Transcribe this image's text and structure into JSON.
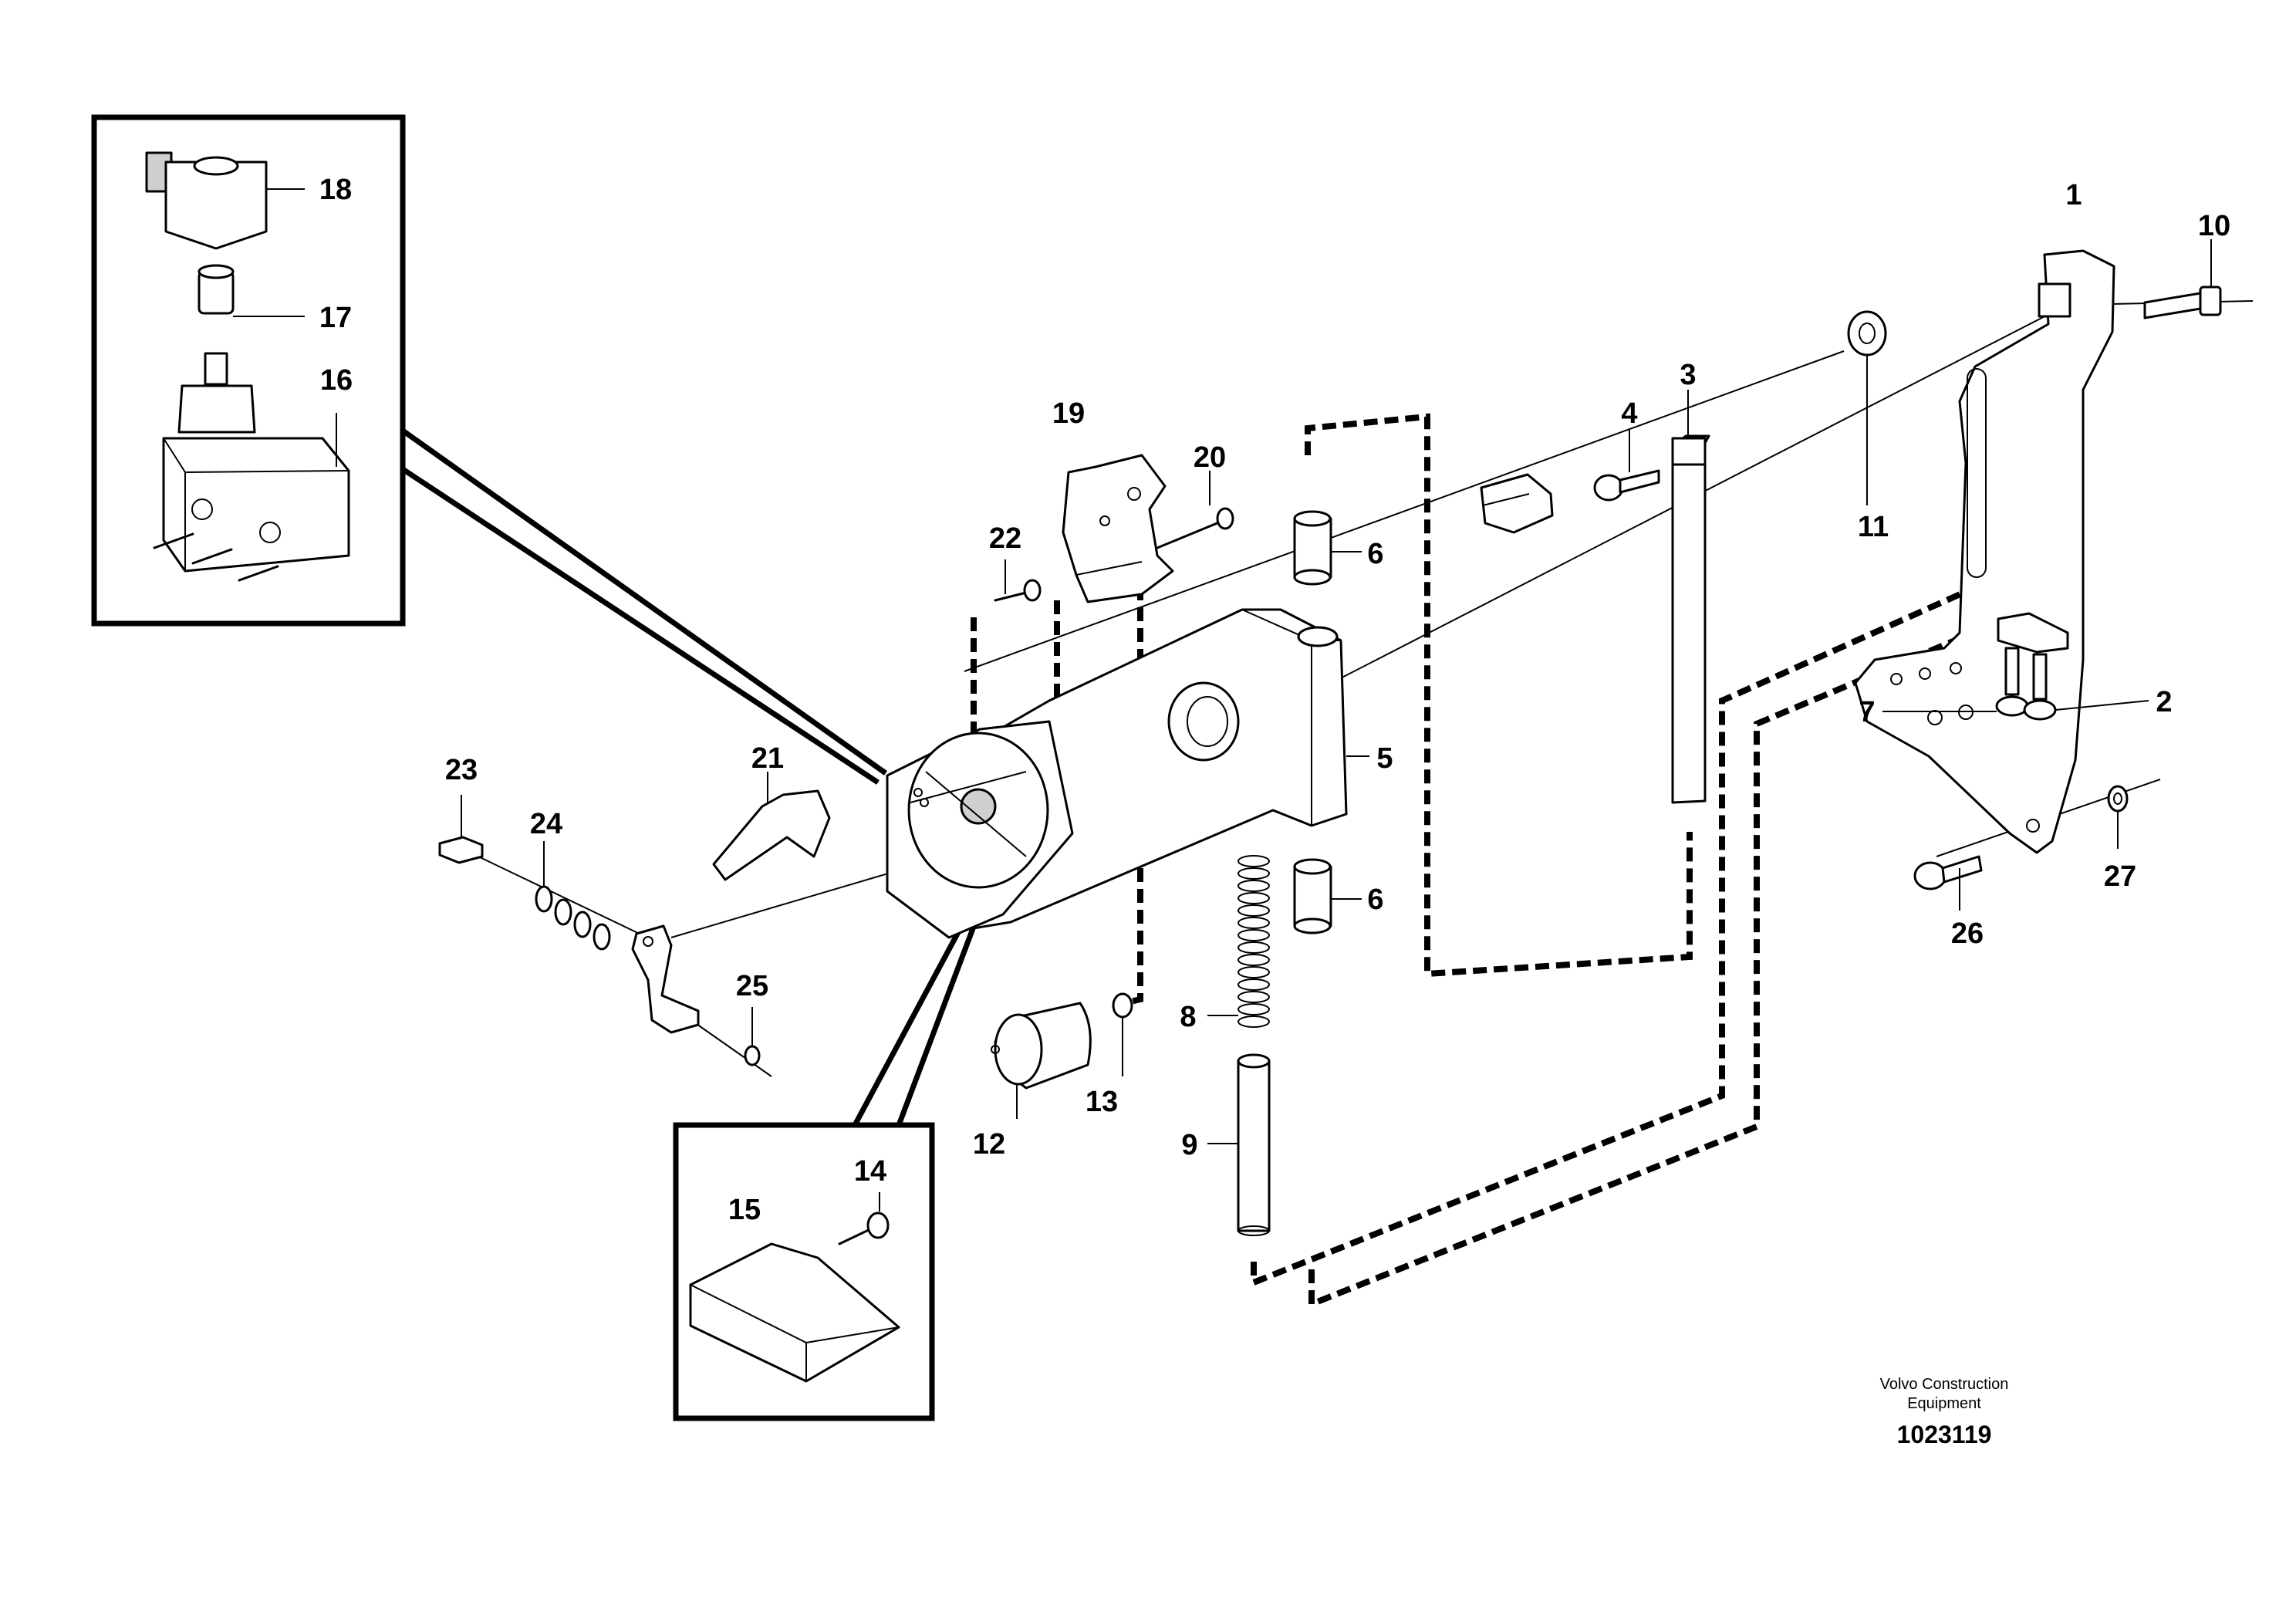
{
  "labels": [
    "1",
    "2",
    "3",
    "4",
    "5",
    "6",
    "6",
    "7",
    "8",
    "9",
    "10",
    "11",
    "12",
    "13",
    "14",
    "15",
    "16",
    "17",
    "18",
    "19",
    "20",
    "21",
    "22",
    "23",
    "24",
    "25",
    "26",
    "27"
  ],
  "caption": {
    "line1": "Volvo Construction",
    "line2": "Equipment",
    "number": "1023119"
  }
}
